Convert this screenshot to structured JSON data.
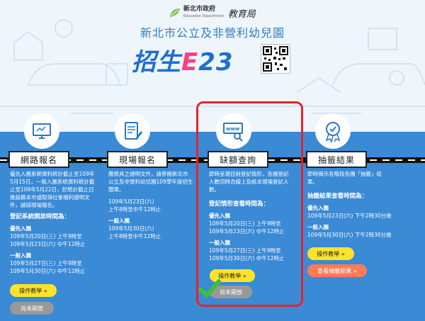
{
  "header": {
    "gov_name": "新北市政府",
    "gov_name_en": "Education Department",
    "bureau": "教育局",
    "subtitle": "新北市公立及非營利幼兒園",
    "title_main": "招生",
    "title_e": "E",
    "title_num": "23"
  },
  "colors": {
    "band": "#3a8ad6",
    "title": "#1d6fd1",
    "accent_e": "#ff3d7f",
    "highlight_box": "#e2262b",
    "check": "#3fbf3f"
  },
  "steps": [
    {
      "icon": "monitor-icon",
      "label": "網路報名",
      "desc": [
        "優先入園系統資料統計截止至109年",
        "5月15日，一般入園系統資料統計截",
        "止至109年5月22日，於統計截止日",
        "後設籍本市或取得社會福利證明文",
        "件，請採現場報名。"
      ],
      "schedule_title": "登記系統開放時間為：",
      "groups": [
        {
          "name": "優先入園",
          "lines": [
            "109年5月20日(三) 上午9時至",
            "109年5月23日(六) 中午12時止"
          ]
        },
        {
          "name": "一般入園",
          "lines": [
            "109年5月27日(三) 上午9時至",
            "109年5月30日(六) 中午12時止"
          ]
        }
      ],
      "buttons": [
        "操作教學 »",
        "尚未開放"
      ]
    },
    {
      "icon": "document-pen-icon",
      "label": "現場報名",
      "desc": [
        "應檢具之證明文件，請參閱新北市",
        "公立及非營利幼兒園109學年度招生",
        "簡章。"
      ],
      "groups": [
        {
          "name": "",
          "lines": [
            "109年5月23日(六)",
            "上午8時至中午12時止"
          ]
        },
        {
          "name": "一般入園",
          "lines": [
            "109年5月30日(六)",
            "上午8時至中午12時止"
          ]
        }
      ]
    },
    {
      "icon": "web-search-icon",
      "label": "缺額查詢",
      "desc": [
        "即時呈現目前登記情形，各園登記",
        "人數同時含線上及紙本現場登記人",
        "數。"
      ],
      "schedule_title": "登記情形查看時間為：",
      "groups": [
        {
          "name": "優先入園",
          "lines": [
            "109年5月20日(三) 上午9時至",
            "109年5月23日(六) 中午12時止"
          ]
        },
        {
          "name": "一般入園",
          "lines": [
            "109年5月27日(三) 上午9時至",
            "109年5月30日(六) 中午12時止"
          ]
        }
      ],
      "buttons": [
        "操作教學 »",
        "尚未開放"
      ]
    },
    {
      "icon": "award-badge-icon",
      "label": "抽籤結果",
      "desc": [
        "即時揭示各階段各園「抽籤」結",
        "果。"
      ],
      "schedule_title": "抽籤結果查看時間為：",
      "groups": [
        {
          "name": "優先入園",
          "lines": [
            "109年5月23日(六) 下午2時30分後"
          ]
        },
        {
          "name": "一般入園",
          "lines": [
            "109年5月30日(六) 下午2時30分後"
          ]
        }
      ],
      "buttons": [
        "操作教學 »",
        "查看抽籤結果 »"
      ]
    }
  ]
}
